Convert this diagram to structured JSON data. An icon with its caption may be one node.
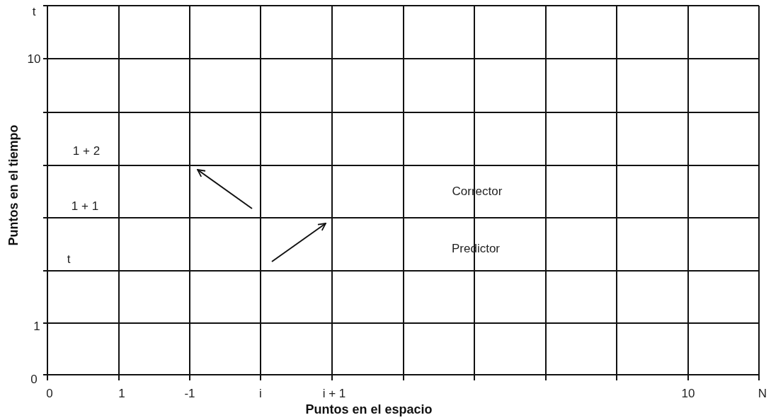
{
  "diagram": {
    "labels": [
      "t",
      "10",
      "Puntos en el tiempo",
      "1 + 2",
      "Corrector",
      "1 + 1",
      "Predictor",
      "t",
      "1",
      "0",
      "0",
      "1",
      "-1",
      "i",
      "i + 1",
      "10",
      "N",
      "Puntos en el espacio"
    ]
  }
}
